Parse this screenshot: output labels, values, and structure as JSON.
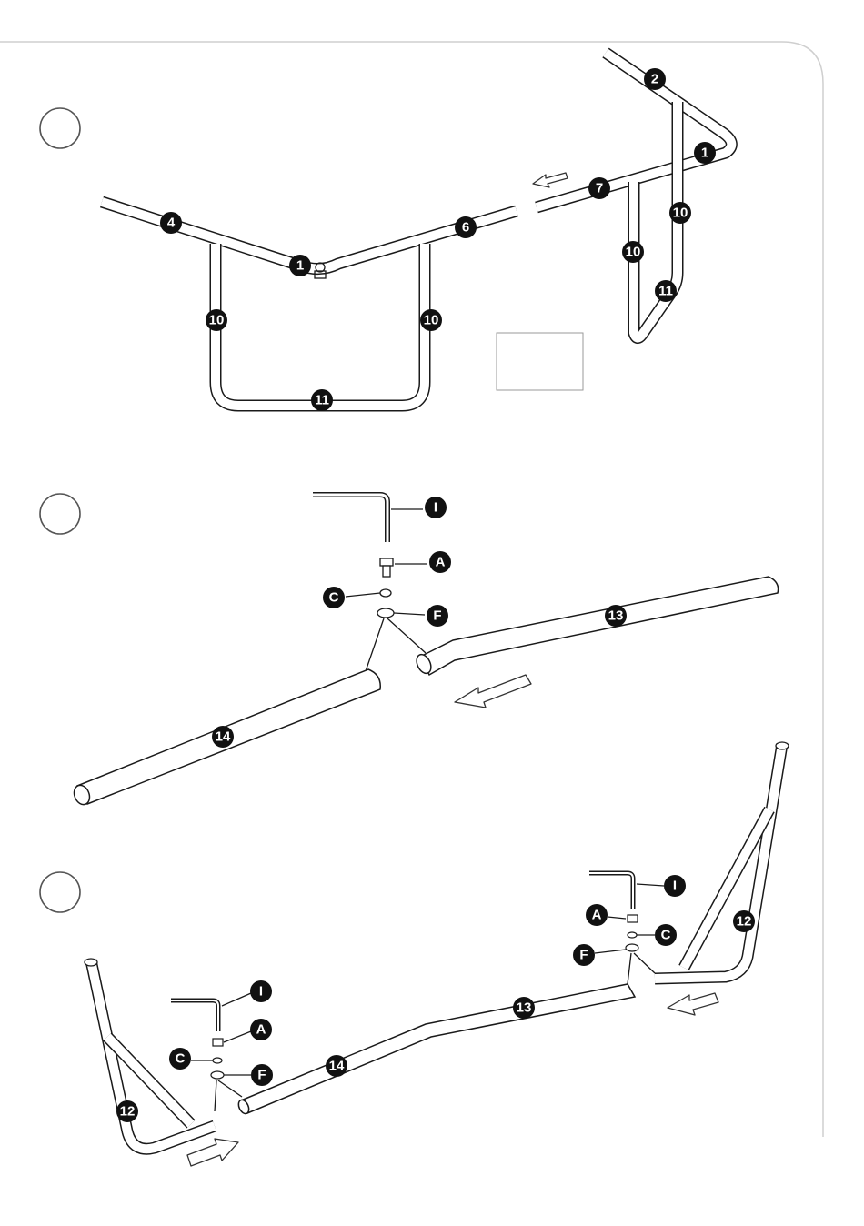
{
  "steps": [
    {
      "id": "step-1",
      "step_number": "",
      "callouts": [
        "4",
        "1",
        "6",
        "2",
        "1",
        "7",
        "10",
        "10",
        "11",
        "10",
        "10",
        "11"
      ]
    },
    {
      "id": "step-2",
      "step_number": "",
      "callouts": [
        "I",
        "A",
        "C",
        "F",
        "13",
        "14"
      ]
    },
    {
      "id": "step-3",
      "step_number": "",
      "callouts": [
        "I",
        "A",
        "C",
        "F",
        "12",
        "13",
        "14",
        "I",
        "A",
        "C",
        "F",
        "12"
      ]
    }
  ],
  "colors": {
    "ink": "#111111",
    "panel_border": "#cfcfcf",
    "step_circle": "#555555"
  },
  "icons": [
    "arrow-icon",
    "hex-key-icon",
    "bolt-icon",
    "washer-icon"
  ]
}
